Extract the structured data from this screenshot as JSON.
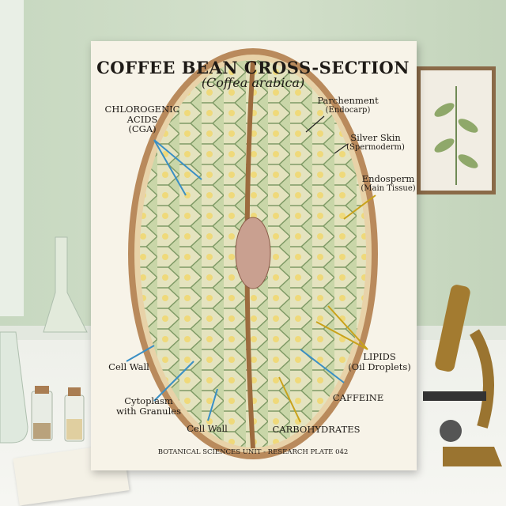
{
  "poster": {
    "title": "COFFEE BEAN CROSS-SECTION",
    "subtitle": "(Coffea arabica)",
    "labels": {
      "cga_1": "CHLOROGENIC",
      "cga_2": "ACIDS",
      "cga_3": "(CGA)",
      "parchment_1": "Parchenment",
      "parchment_2": "(Endocarp)",
      "silver_1": "Silver Skin",
      "silver_2": "(Spermoderm)",
      "endosperm_1": "Endosperm",
      "endosperm_2": "(Main Tissue)",
      "lipids_1": "LIPIDS",
      "lipids_2": "(Oil Droplets)",
      "caffeine": "CAFFEINE",
      "carbohydrates": "CARBOHYDRATES",
      "cell_wall_left": "Cell Wall",
      "cytoplasm_1": "Cytoplasm",
      "cytoplasm_2": "with Granules",
      "cell_wall_bottom": "Cell Wall"
    },
    "footer": "BOTANICAL SCIENCES UNIT - RESEARCH PLATE 042"
  },
  "colors": {
    "arrow_blue": "#3a8fc4",
    "arrow_yellow": "#c9a21a",
    "bean_coat": "#b98a5c",
    "cell_green": "#c9d6a8"
  }
}
